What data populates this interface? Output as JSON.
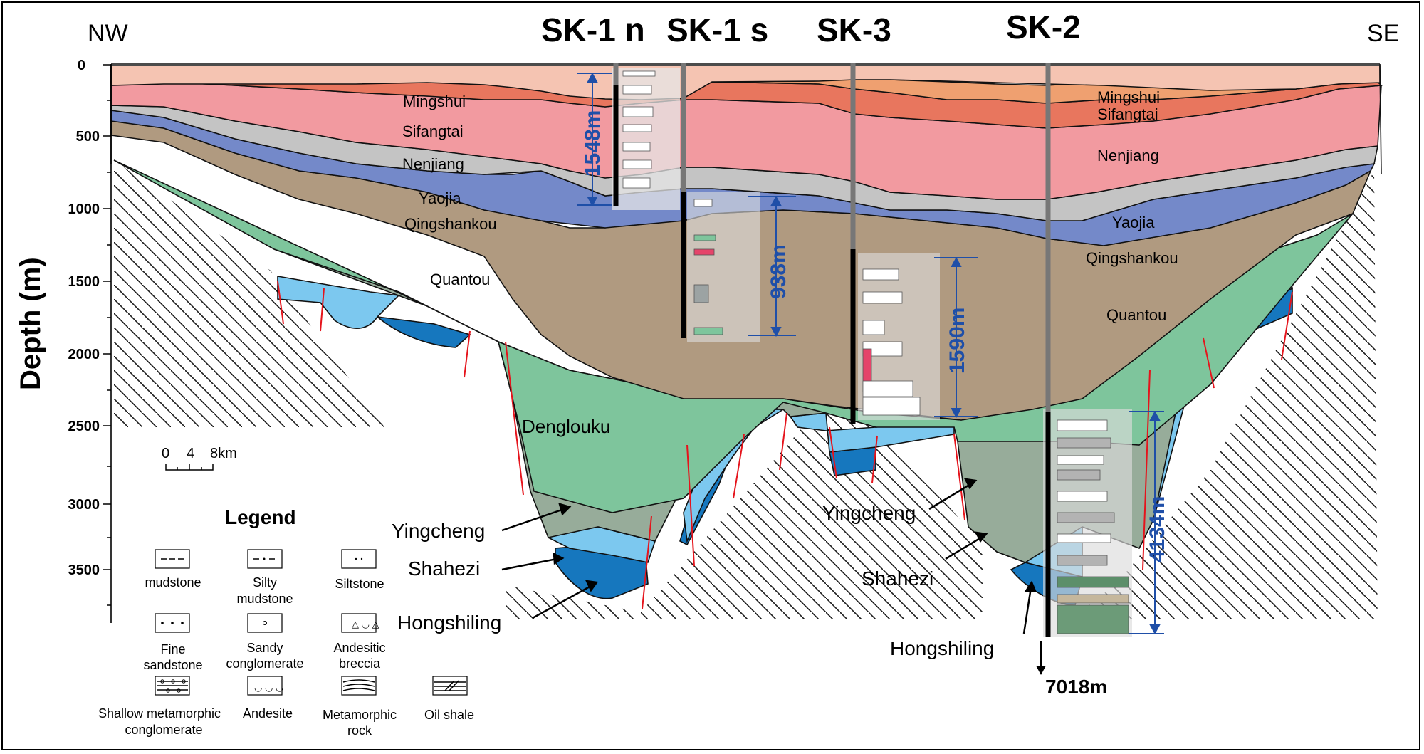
{
  "directions": {
    "left": "NW",
    "right": "SE"
  },
  "wells": [
    {
      "name": "SK-1 n",
      "interval_label": "1548m"
    },
    {
      "name": "SK-1 s",
      "interval_label": "938m"
    },
    {
      "name": "SK-3",
      "interval_label": "1590m"
    },
    {
      "name": "SK-2",
      "interval_label": "4134m"
    }
  ],
  "total_depth_label": "7018m",
  "depth_axis": {
    "title": "Depth (m)",
    "ticks": [
      "0",
      "500",
      "1000",
      "1500",
      "2000",
      "2500",
      "3000",
      "3500"
    ]
  },
  "formations": {
    "mingshui": "Mingshui",
    "sifangtai": "Sifangtai",
    "nenjiang": "Nenjiang",
    "yaojia": "Yaojia",
    "qingshankou": "Qingshankou",
    "quantou": "Quantou",
    "denglouku": "Denglouku",
    "yingcheng": "Yingcheng",
    "shahezi": "Shahezi",
    "hongshiling": "Hongshiling"
  },
  "scale_bar": {
    "ticks": [
      "0",
      "4",
      "8km"
    ]
  },
  "legend": {
    "title": "Legend",
    "items": [
      {
        "id": "mudstone",
        "label": [
          "mudstone"
        ]
      },
      {
        "id": "silty-mudstone",
        "label": [
          "Silty",
          "mudstone"
        ]
      },
      {
        "id": "siltstone",
        "label": [
          "Siltstone"
        ]
      },
      {
        "id": "fine-sandstone",
        "label": [
          "Fine",
          "sandstone"
        ]
      },
      {
        "id": "sandy-conglomerate",
        "label": [
          "Sandy",
          "conglomerate"
        ]
      },
      {
        "id": "andesitic-breccia",
        "label": [
          "Andesitic",
          "breccia"
        ]
      },
      {
        "id": "shallow-metamorphic-conglomerate",
        "label": [
          "Shallow  metamorphic",
          "conglomerate"
        ]
      },
      {
        "id": "andesite",
        "label": [
          "Andesite"
        ]
      },
      {
        "id": "metamorphic-rock",
        "label": [
          "Metamorphic",
          "rock"
        ]
      },
      {
        "id": "oil-shale",
        "label": [
          "Oil shale"
        ]
      }
    ]
  },
  "colors": {
    "mingshui": "#efa070",
    "sifangtai": "#e8765e",
    "nenjiang": "#f29aa0",
    "yaojia": "#c4c4c4",
    "qingshankou": "#7489c9",
    "quantou": "#b09a80",
    "denglouku": "#7ec59c",
    "yingcheng": "#97ac9a",
    "shahezi": "#7cc8ef",
    "hongshiling": "#1677be",
    "surface": "#f5c4b2",
    "annotation": "#1f4fa8",
    "fault": "#e5141c"
  }
}
